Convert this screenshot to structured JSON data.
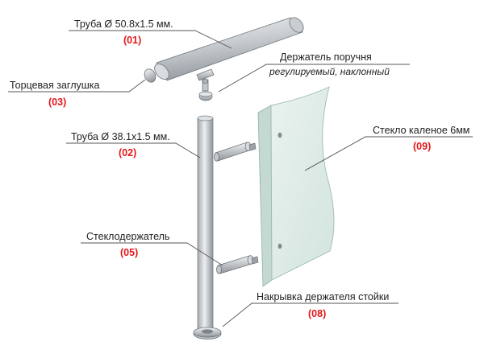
{
  "colors": {
    "code": "#e3171b",
    "text": "#222222",
    "leader": "#555555",
    "metal_light": "#eceef0",
    "metal_dark": "#8f959b",
    "glass": "#dfece8",
    "glass_edge": "#aec8c0"
  },
  "parts": [
    {
      "id": "pipe-508",
      "label": "Труба Ø 50.8х1.5 мм.",
      "label2": "",
      "code": "(01)"
    },
    {
      "id": "handrail-holder",
      "label": "Держатель поручня",
      "label2": "регулируемый, наклонный",
      "code": ""
    },
    {
      "id": "end-cap",
      "label": "Торцевая заглушка",
      "label2": "",
      "code": "(03)"
    },
    {
      "id": "pipe-381",
      "label": "Труба Ø 38.1х1.5 мм.",
      "label2": "",
      "code": "(02)"
    },
    {
      "id": "glass",
      "label": "Стекло  каленое 6мм",
      "label2": "",
      "code": "(09)"
    },
    {
      "id": "glass-holder",
      "label": "Стеклодержатель",
      "label2": "",
      "code": "(05)"
    },
    {
      "id": "base-cover",
      "label": "Накрывка держателя стойки",
      "label2": "",
      "code": "(08)"
    }
  ]
}
